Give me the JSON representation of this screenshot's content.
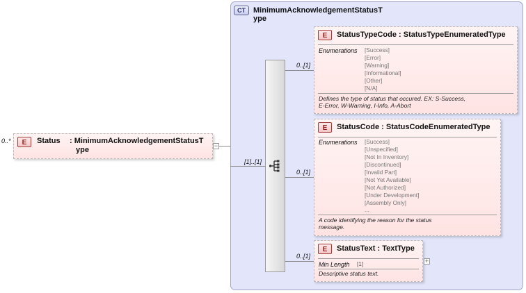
{
  "root": {
    "badge": "E",
    "multiplicity": "0..*",
    "name": "Status",
    "type_line1": ": MinimumAcknowledgementStatusT",
    "type_line2": "ype",
    "toggle": "−"
  },
  "complex_type": {
    "badge": "CT",
    "name_line1": "MinimumAcknowledgementStatusT",
    "name_line2": "ype",
    "sequence_multiplicity": "[1]..[1]"
  },
  "children": [
    {
      "badge": "E",
      "multiplicity": "0..[1]",
      "title": "StatusTypeCode : StatusTypeEnumeratedType",
      "facet_label": "Enumerations",
      "values": [
        "[Success]",
        "[Error]",
        "[Warning]",
        "[Informational]",
        "[Other]",
        "[N/A]"
      ],
      "description_lines": [
        "Defines the type of status that occured. EX: S-Success,",
        "E-Error, W-Warning, I-Info, A-Abort"
      ]
    },
    {
      "badge": "E",
      "multiplicity": "0..[1]",
      "title": "StatusCode : StatusCodeEnumeratedType",
      "facet_label": "Enumerations",
      "values": [
        "[Success]",
        "[Unspecified]",
        "[Not In Inventory]",
        "[Discontinued]",
        "[Invalid Part]",
        "[Not Yet Available]",
        "[Not Authorized]",
        "[Under Development]",
        "[Assembly Only]",
        "..."
      ],
      "description_lines": [
        "A code identifying the reason for the status",
        "message."
      ]
    },
    {
      "badge": "E",
      "multiplicity": "0..[1]",
      "title": "StatusText : TextType",
      "facet_label": "Min Length",
      "facet_value": "[1]",
      "description_lines": [
        "Descriptive status text."
      ],
      "toggle": "+"
    }
  ]
}
